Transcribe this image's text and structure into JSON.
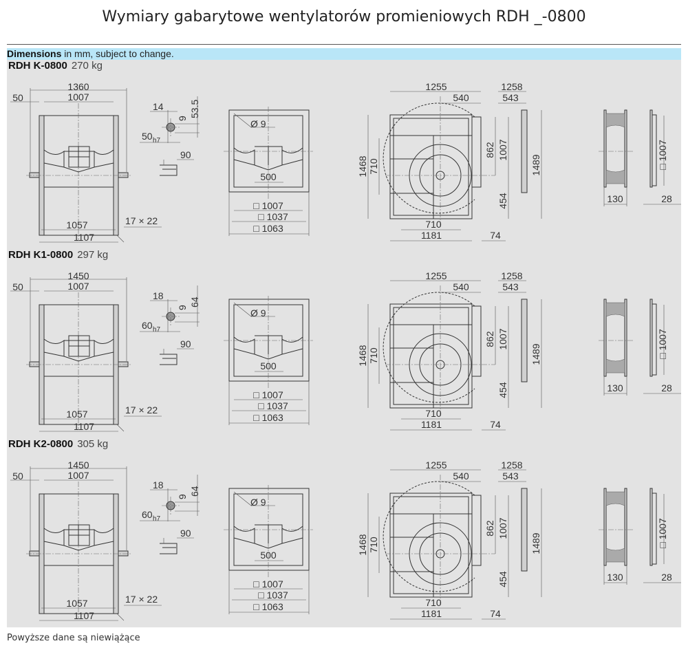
{
  "title": "Wymiary gabarytowe wentylatorów promieniowych RDH _-0800",
  "header": {
    "bold": "Dimensions",
    "rest": " in mm, subject to change."
  },
  "panels": [
    {
      "model": "RDH K-0800",
      "weight": "270 kg",
      "total_width": "1360",
      "shaft_key": "14",
      "shaft_h": "53.5",
      "shaft_d": "50",
      "tol": "h7"
    },
    {
      "model": "RDH K1-0800",
      "weight": "297 kg",
      "total_width": "1450",
      "shaft_key": "18",
      "shaft_h": "64",
      "shaft_d": "60",
      "tol": "h7"
    },
    {
      "model": "RDH K2-0800",
      "weight": "305 kg",
      "total_width": "1450",
      "shaft_key": "18",
      "shaft_h": "64",
      "shaft_d": "60",
      "tol": "h7"
    }
  ],
  "common": {
    "d50": "50",
    "d1007": "1007",
    "d9": "9",
    "d90": "90",
    "d1057": "1057",
    "d1107": "1107",
    "hole": "17 × 22",
    "phi9": "Ø 9",
    "d500": "500",
    "sq1007": "□ 1007",
    "sq1037": "□ 1037",
    "sq1063": "□ 1063",
    "d1255": "1255",
    "d540": "540",
    "d1258": "1258",
    "d543": "543",
    "d1468": "1468",
    "d710": "710",
    "d862": "862",
    "d1489": "1489",
    "d454": "454",
    "d1181": "1181",
    "d74": "74",
    "d130": "130",
    "d28": "28",
    "sqv1007": "□ 1007"
  },
  "footer": "Powyższe dane są niewiążące"
}
